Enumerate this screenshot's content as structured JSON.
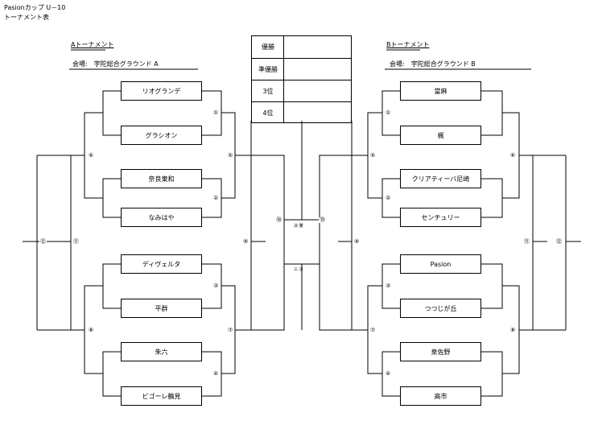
{
  "header": {
    "line1": "Pasionカップ U－10",
    "line2": "トーナメント表"
  },
  "blockA": {
    "title": "Aトーナメント",
    "venue": "会場:　宇陀総合グラウンド A",
    "teams": [
      "リオグランデ",
      "グラシオン",
      "奈良東和",
      "なみはや",
      "ディヴェルタ",
      "平群",
      "朱六",
      "ビゴーレ鶴見"
    ]
  },
  "blockB": {
    "title": "Bトーナメント",
    "venue": "会場:　宇陀総合グラウンド B",
    "teams": [
      "當麻",
      "梶",
      "クリアティーバ尼崎",
      "センチュリー",
      "Pasion",
      "つつじが丘",
      "泉佐野",
      "高市"
    ]
  },
  "results": [
    "優勝",
    "準優勝",
    "3位",
    "4位"
  ],
  "final": {
    "final_label": "決 勝",
    "third_label": "三 決"
  },
  "numbers": {
    "a1": "①",
    "a2": "②",
    "a3": "③",
    "a4": "④",
    "a5": "⑤",
    "a6": "⑥",
    "a7": "⑦",
    "a8": "⑧",
    "a9": "⑨",
    "a11": "⑪",
    "a12": "⑫",
    "b1": "①",
    "b2": "②",
    "b3": "③",
    "b4": "④",
    "b5": "⑤",
    "b6": "⑥",
    "b7": "⑦",
    "b8": "⑧",
    "b9": "⑨",
    "b11": "⑪",
    "b12": "⑫",
    "c18": "⑱",
    "c19": "⑲"
  }
}
